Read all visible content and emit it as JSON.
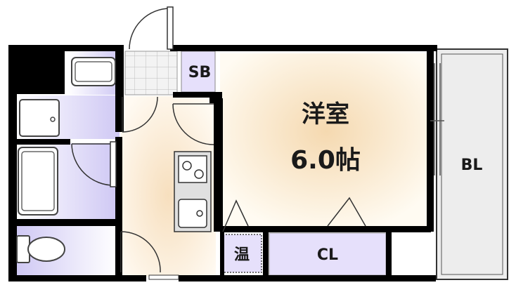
{
  "rooms": {
    "western_room_name": "洋室",
    "western_room_size": "6.0帖",
    "balcony": "BL",
    "shoe_box": "SB",
    "closet": "CL",
    "water_heater": "温"
  },
  "colors": {
    "wall": "#000000",
    "room_fill": "#fffbf2",
    "room_glow": "#f5d9b0",
    "wet_fill": "#ffffff",
    "wet_glow": "#c9c2f2",
    "balcony_fill": "#ededed",
    "closet_fill": "#e6e0fb",
    "tile_fill": "#f3f3f3"
  }
}
